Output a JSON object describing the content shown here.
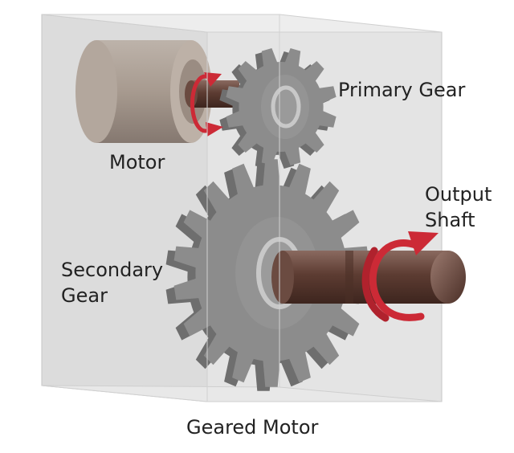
{
  "labels": {
    "primary_gear": "Primary Gear",
    "motor": "Motor",
    "output_shaft_line1": "Output",
    "output_shaft_line2": "Shaft",
    "secondary_gear_line1": "Secondary",
    "secondary_gear_line2": "Gear",
    "caption": "Geared Motor"
  },
  "icons": {
    "rotation_arrow": "circular-arrow-icon"
  },
  "colors": {
    "housing": "#e2e2e2",
    "gear": "#8c8c8c",
    "motor": "#a89b90",
    "shaft": "#5a3a30",
    "rotation_arrow": "#cc2a36",
    "text": "#222222"
  }
}
